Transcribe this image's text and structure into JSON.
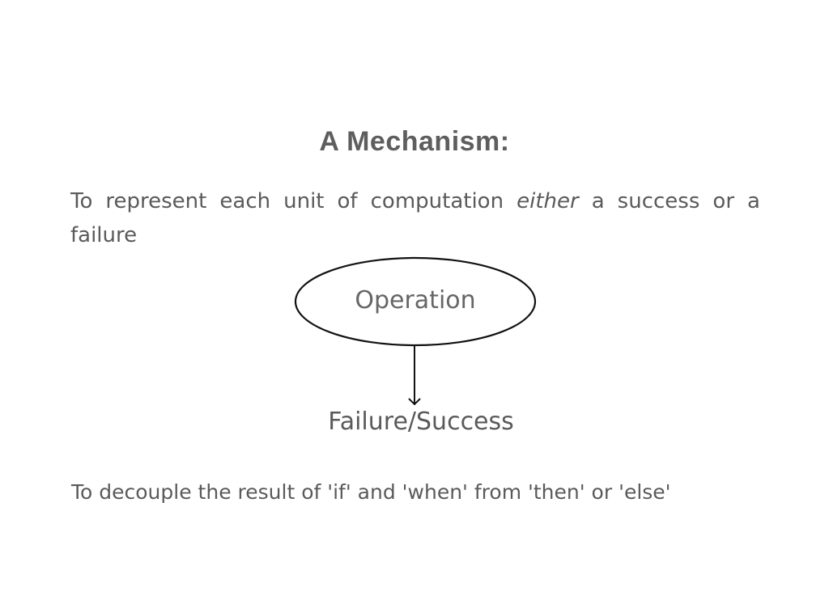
{
  "slide": {
    "title": "A Mechanism:",
    "paragraph1": {
      "before": "To represent each unit of computation ",
      "emphasis": "either",
      "after": " a success or a failure"
    },
    "diagram": {
      "node_label": "Operation",
      "result_label": "Failure/Success"
    },
    "paragraph2": "To decouple the result of 'if' and 'when' from 'then' or 'else'"
  }
}
